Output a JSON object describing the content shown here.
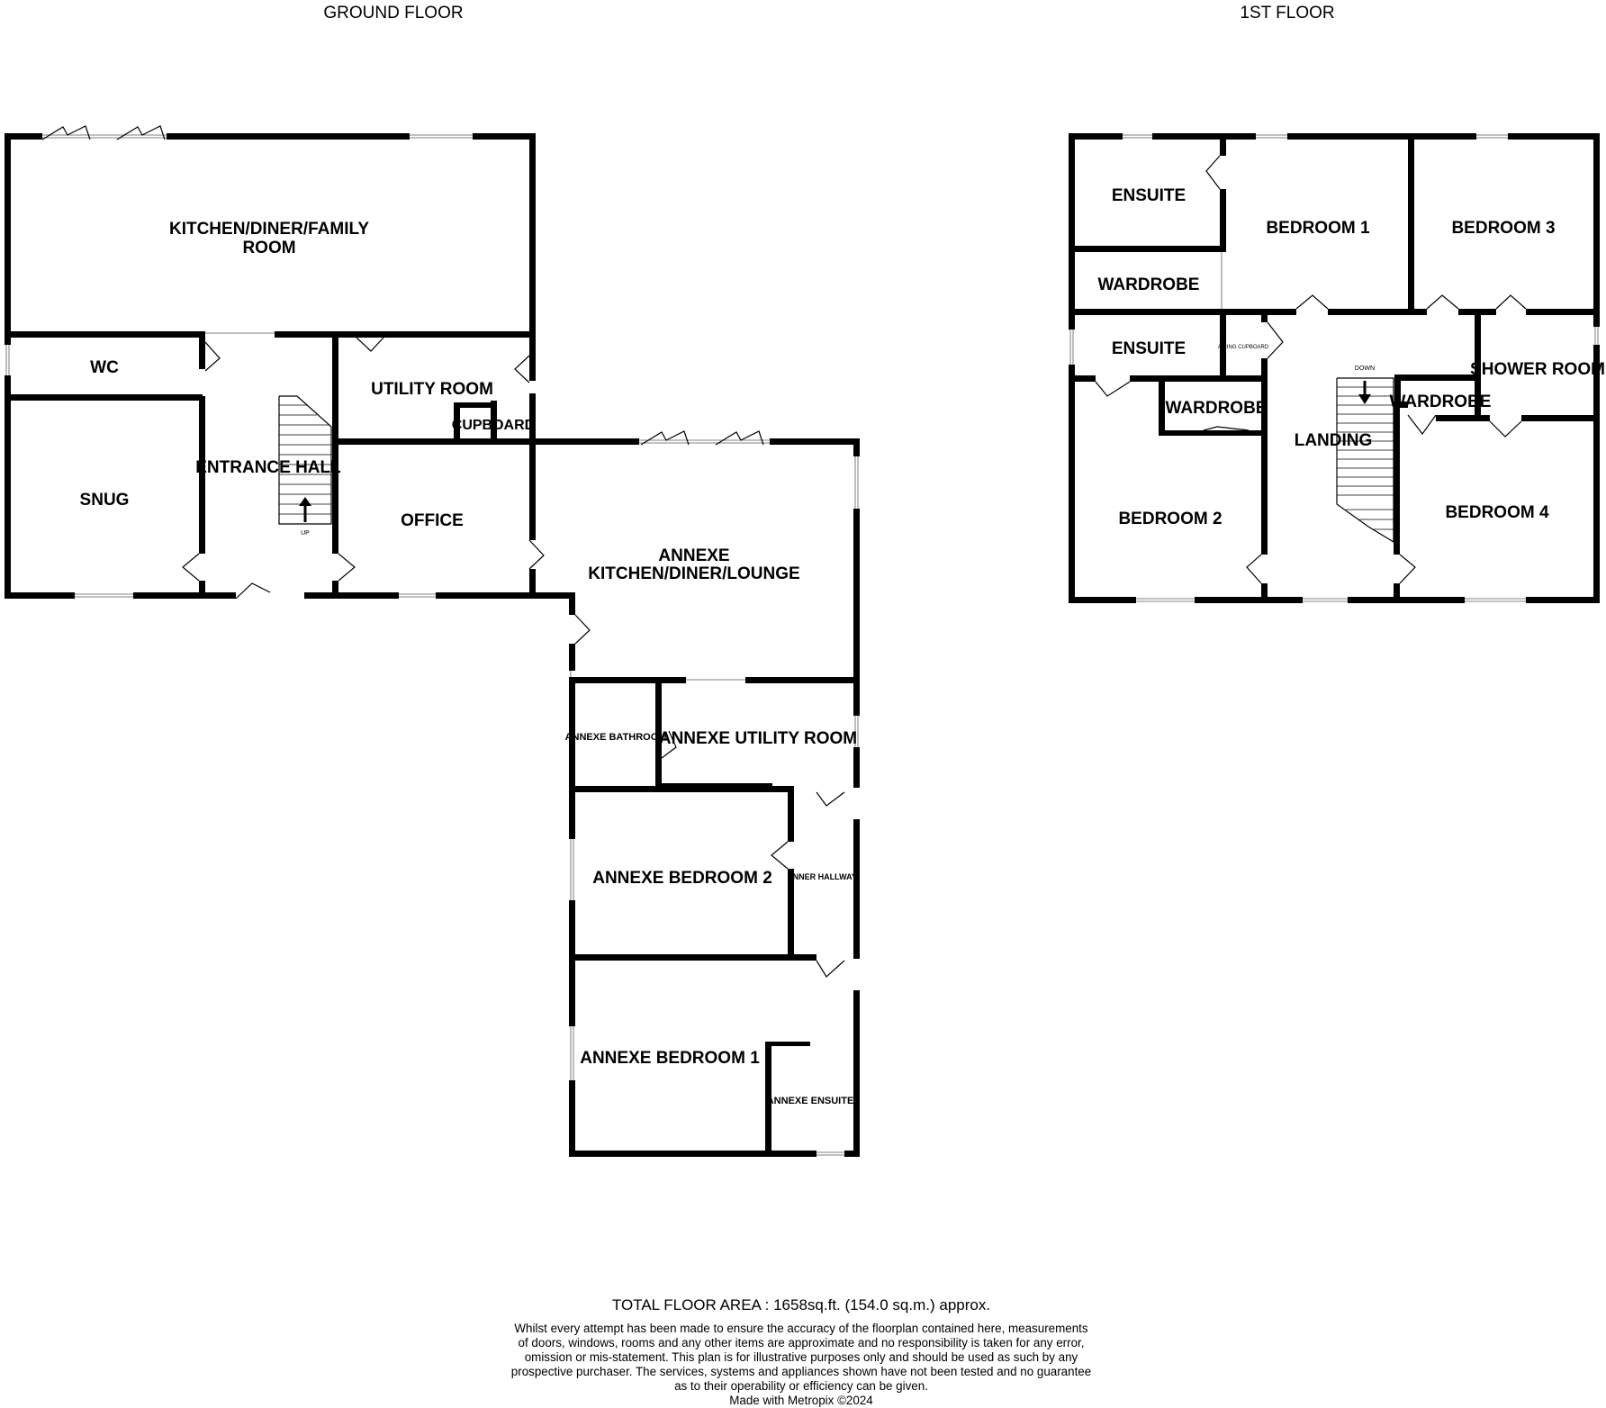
{
  "floors": {
    "ground": {
      "title": "GROUND FLOOR"
    },
    "first": {
      "title": "1ST FLOOR"
    }
  },
  "rooms": {
    "kitchen_l1": "KITCHEN/DINER/FAMILY",
    "kitchen_l2": "ROOM",
    "wc": "WC",
    "snug": "SNUG",
    "entrance_hall": "ENTRANCE HALL",
    "utility_room": "UTILITY ROOM",
    "cupboard": "CUPBOARD",
    "office": "OFFICE",
    "annexe_kitchen_l1": "ANNEXE",
    "annexe_kitchen_l2": "KITCHEN/DINER/LOUNGE",
    "annexe_bathroom": "ANNEXE BATHROOM",
    "annexe_utility": "ANNEXE UTILITY ROOM",
    "annexe_bedroom2": "ANNEXE BEDROOM 2",
    "inner_hallway": "INNER HALLWAY",
    "annexe_bedroom1": "ANNEXE BEDROOM 1",
    "annexe_ensuite": "ANNEXE ENSUITE",
    "ensuite_top": "ENSUITE",
    "wardrobe_top": "WARDROBE",
    "bedroom1": "BEDROOM 1",
    "bedroom3": "BEDROOM 3",
    "ensuite_mid": "ENSUITE",
    "airing_cupboard": "AIRING CUPBOARD",
    "shower_room": "SHOWER ROOM",
    "wardrobe_b2": "WARDROBE",
    "wardrobe_b4": "WARDROBE",
    "landing": "LANDING",
    "bedroom2": "BEDROOM 2",
    "bedroom4": "BEDROOM 4"
  },
  "stairs": {
    "up": "UP",
    "down": "DOWN"
  },
  "footer": {
    "total_area": "TOTAL FLOOR AREA : 1658sq.ft. (154.0 sq.m.) approx.",
    "disclaimer_lines": [
      "Whilst every attempt has been made to ensure the accuracy of the floorplan contained here, measurements",
      "of doors, windows, rooms and any other items are approximate and no responsibility is taken for any error,",
      "omission or mis-statement. This plan is for illustrative purposes only and should be used as such by any",
      "prospective purchaser. The services, systems and appliances shown have not been tested and no guarantee",
      "as to their operability or efficiency can be given."
    ],
    "credit": "Made with Metropix ©2024"
  },
  "colors": {
    "wall": "#000000",
    "window": "#9a9a9a",
    "background": "#ffffff"
  }
}
